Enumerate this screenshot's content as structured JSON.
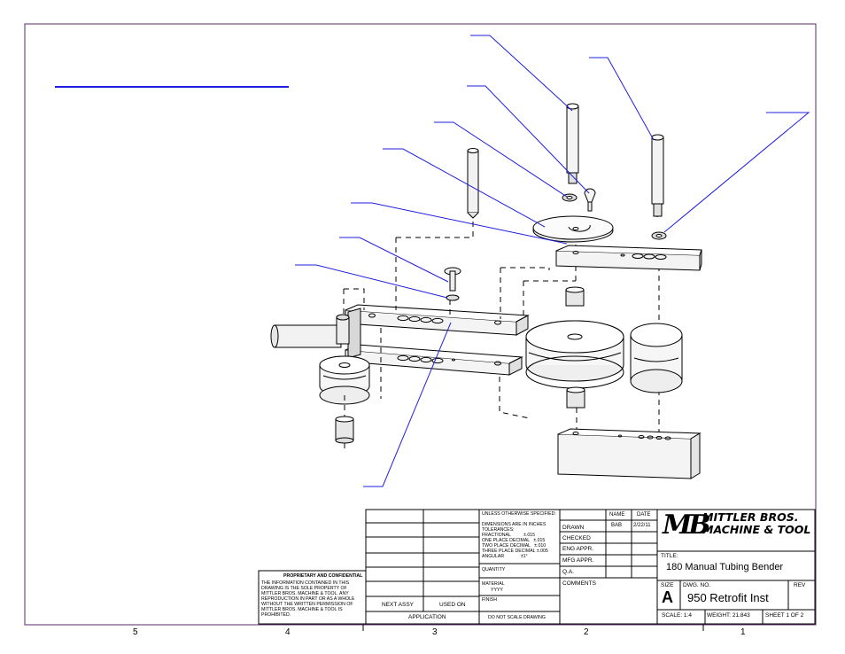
{
  "zones": [
    "5",
    "4",
    "3",
    "2",
    "1"
  ],
  "title_block": {
    "tolerances_header": "UNLESS OTHERWISE SPECIFIED:",
    "tolerances": [
      "DIMENSIONS ARE IN INCHES",
      "TOLERANCES:",
      "FRACTIONAL          ±.015",
      "ONE PLACE DECIMAL   ±.015",
      "TWO PLACE DECIMAL   ±.010",
      "THREE PLACE DECIMAL ±.005",
      "ANGULAR             ±1°"
    ],
    "name_header": "NAME",
    "date_header": "DATE",
    "drawn_label": "DRAWN",
    "drawn_name": "BAB",
    "drawn_date": "2/22/11",
    "checked_label": "CHECKED",
    "eng_appr_label": "ENG APPR.",
    "mfg_appr_label": "MFG APPR.",
    "qa_label": "Q.A.",
    "comments_label": "COMMENTS",
    "quantity_label": "QUANTITY",
    "material_label": "MATERIAL",
    "material_value": "YYYY",
    "finish_label": "FINISH",
    "no_scale_note": "DO NOT SCALE DRAWING",
    "next_assy_label": "NEXT ASSY",
    "used_on_label": "USED ON",
    "application_label": "APPLICATION",
    "company_line1": "MITTLER BROS.",
    "company_line2": "MACHINE & TOOL",
    "logo_mark": "MB",
    "title_label": "TITLE:",
    "title_value": "180 Manual Tubing Bender",
    "size_label": "SIZE",
    "size_value": "A",
    "dwg_no_label": "DWG. NO.",
    "dwg_no_value": "950 Retrofit Inst",
    "rev_label": "REV",
    "scale_text": "SCALE: 1:4",
    "weight_text": "WEIGHT: 21.843",
    "sheet_text": "SHEET 1 OF 2"
  },
  "proprietary": {
    "heading": "PROPRIETARY AND CONFIDENTIAL",
    "body": [
      "THE INFORMATION CONTAINED IN THIS",
      "DRAWING IS THE SOLE PROPERTY OF",
      "MITTLER BROS. MACHINE & TOOL.  ANY",
      "REPRODUCTION IN PART OR AS A WHOLE",
      "WITHOUT THE WRITTEN PERMISSION OF",
      "MITTLER BROS. MACHINE & TOOL IS",
      "PROHIBITED."
    ]
  },
  "colors": {
    "frame": "#000000",
    "leader": "#1f1fe0",
    "border": "#5a2a6a"
  }
}
